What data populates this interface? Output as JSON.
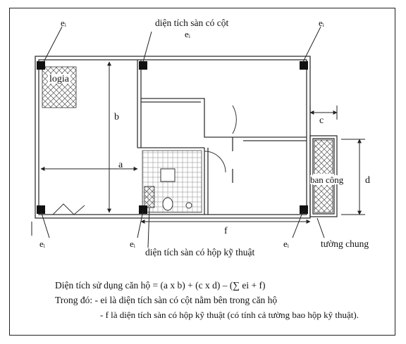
{
  "labels": {
    "e_tl": "eᵢ",
    "e_tr": "eᵢ",
    "e_top": "eᵢ",
    "e_bl": "eᵢ",
    "e_bm": "eᵢ",
    "e_br": "eᵢ",
    "top_caption": "diện tích sàn có cột",
    "bottom_caption": "diện tích sàn có hộp kỹ thuật",
    "logia": "logia",
    "b": "b",
    "a": "a",
    "c": "c",
    "d": "d",
    "f": "f",
    "ban_cong": "ban công",
    "tuong_chung": "tường chung"
  },
  "notes": {
    "formula": "Diện tích sử dụng căn hộ = (a x b) + (c x d) – (∑ ei + f)",
    "where_1": "Trong đó: - ei là diện tích sàn có cột nằm bên trong căn hộ",
    "where_2": "- f là diện tích sàn có hộp kỹ thuật (có tính cả tường bao hộp kỹ thuật)."
  }
}
